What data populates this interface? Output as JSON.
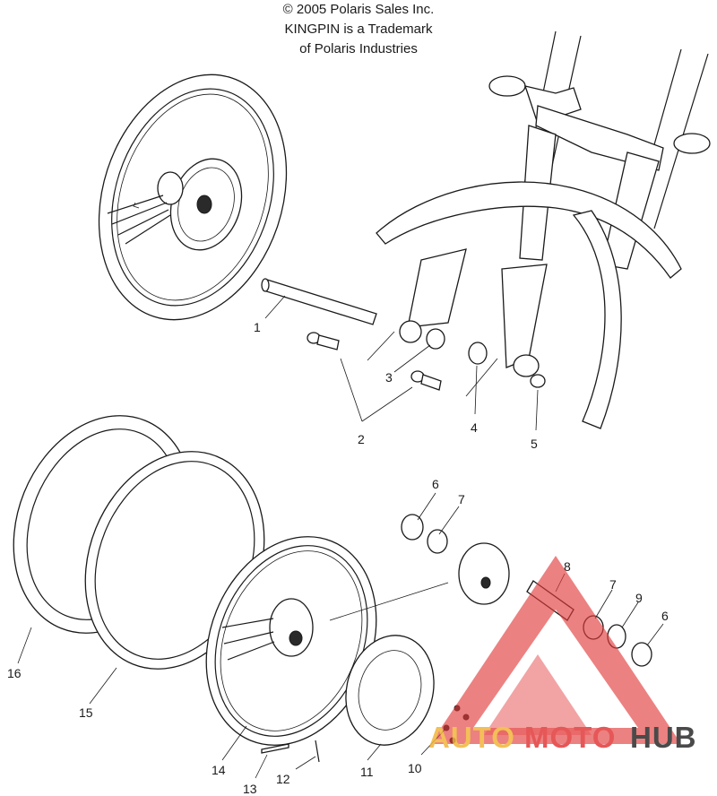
{
  "header": {
    "line1": "© 2005 Polaris Sales Inc.",
    "line2": "KINGPIN is a Trademark",
    "line3": "of Polaris Industries"
  },
  "callouts": [
    "1",
    "2",
    "3",
    "4",
    "5",
    "6",
    "7",
    "8",
    "7",
    "9",
    "6",
    "10",
    "11",
    "12",
    "13",
    "14",
    "15",
    "16"
  ],
  "watermark": {
    "word1": "AUTO",
    "word2": "MOTO",
    "word3": "HUB",
    "color_triangle": "#e23a3a",
    "color_auto": "#f2b43a",
    "color_moto": "#e23a3a",
    "color_hub": "#2b2b2b"
  }
}
